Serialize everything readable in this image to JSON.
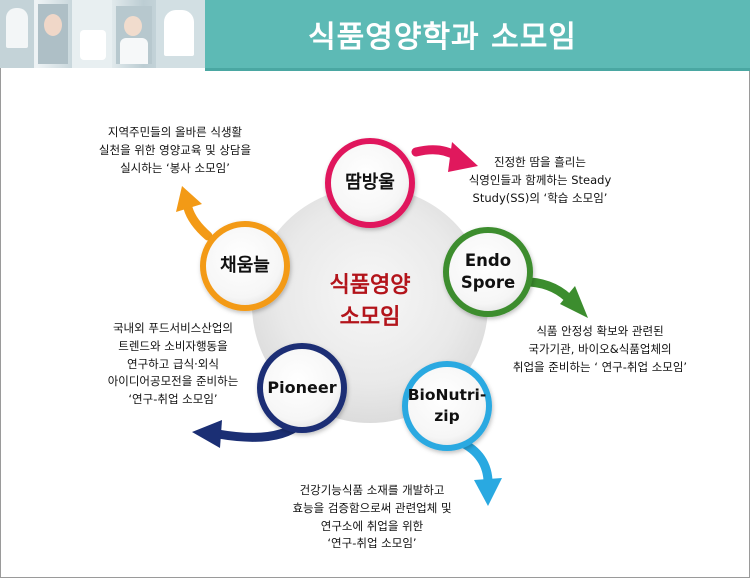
{
  "header": {
    "title": "식품영양학과 소모임"
  },
  "center": {
    "line1": "식품영양",
    "line2": "소모임"
  },
  "colors": {
    "title_bar": "#5dbab5",
    "center_text": "#b3141b",
    "ddambangul": "#e0185d",
    "endospore": "#3c8d2e",
    "bionutrizip": "#29a9e1",
    "pioneer": "#1b2f74",
    "chaeumneul": "#f39a16"
  },
  "nodes": {
    "ddambangul": {
      "label": "땀방울",
      "desc": [
        "진정한 땀을 흘리는",
        "식영인들과 함께하는 Steady",
        "Study(SS)의 ‘학습 소모임’"
      ]
    },
    "endospore": {
      "label": "Endo\nSpore",
      "desc": [
        "식품 안정성 확보와 관련된",
        "국가기관, 바이오&식품업체의",
        "취업을 준비하는 ‘ 연구-취업 소모임’"
      ]
    },
    "bionutrizip": {
      "label": "BioNutri-\nzip",
      "desc": [
        "건강기능식품 소재를 개발하고",
        "효능을 검증함으로써 관련업체 및",
        "연구소에 취업을 위한",
        "‘연구-취업 소모임’"
      ]
    },
    "pioneer": {
      "label": "Pioneer",
      "desc": [
        "국내외 푸드서비스산업의",
        "트렌드와 소비자행동을",
        "연구하고 급식·외식",
        "아이디어공모전을 준비하는",
        "‘연구-취업 소모임’"
      ]
    },
    "chaeumneul": {
      "label": "채움늘",
      "desc": [
        "지역주민들의 올바른 식생활",
        "실천을 위한 영양교육 및 상담을",
        "실시하는 ‘봉사 소모임’"
      ]
    }
  }
}
